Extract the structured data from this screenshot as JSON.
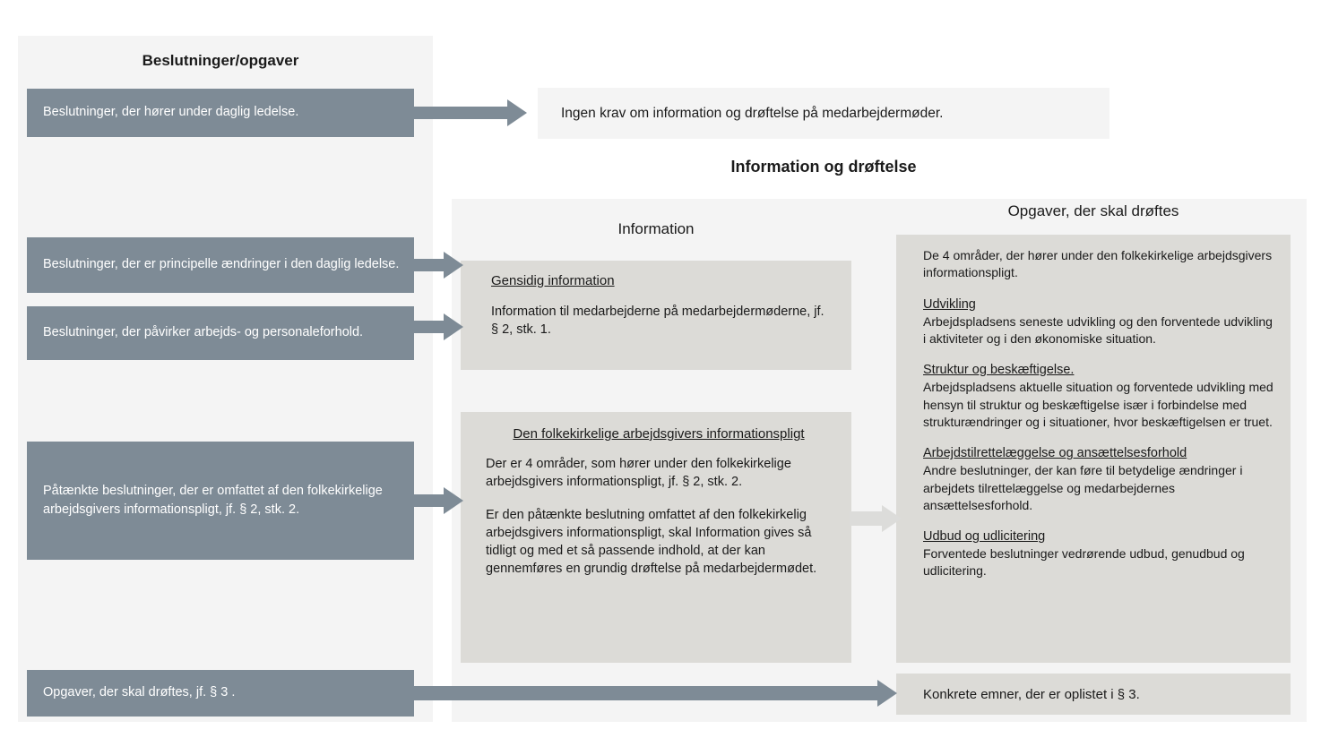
{
  "diagram": {
    "left_column": {
      "title": "Beslutninger/opgaver",
      "boxes": [
        {
          "id": "daglig",
          "text": "Beslutninger, der hører under daglig ledelse."
        },
        {
          "id": "principelle",
          "text": "Beslutninger, der er principelle ændringer i den daglig ledelse."
        },
        {
          "id": "paavirker",
          "text": "Beslutninger, der påvirker arbejds- og personaleforhold."
        },
        {
          "id": "paataenkte",
          "text": "Påtænkte beslutninger, der er omfattet af den folkekirkelige arbejdsgivers informationspligt, jf. § 2, stk. 2."
        },
        {
          "id": "opgaver3",
          "text": "Opgaver, der skal drøftes, jf. § 3 ."
        }
      ]
    },
    "top_right": {
      "text": "Ingen krav om information og drøftelse på medarbejdermøder."
    },
    "section_title": "Information og drøftelse",
    "information_column": {
      "title": "Information",
      "gensidig": {
        "heading": "Gensidig information",
        "body": "Information til medarbejderne på medarbejdermøderne, jf. § 2, stk. 1."
      },
      "informationspligt": {
        "heading": "Den folkekirkelige arbejdsgivers informationspligt",
        "body1": "Der er 4 områder, som hører under den folkekirkelige arbejdsgivers informationspligt, jf. § 2, stk. 2.",
        "body2": "Er den påtænkte beslutning omfattet af den folkekirkelig arbejdsgivers informationspligt, skal Information gives så tidligt og med et så passende indhold, at der kan gennemføres en grundig drøftelse på medarbejdermødet."
      }
    },
    "opgaver_column": {
      "title": "Opgaver, der skal drøftes",
      "intro": "De 4 områder, der hører under den folkekirkelige arbejdsgivers informationspligt.",
      "items": [
        {
          "heading": "Udvikling",
          "body": "Arbejdspladsens seneste udvikling og den forventede udvikling i aktiviteter og i den økonomiske situation."
        },
        {
          "heading": "Struktur og beskæftigelse.",
          "body": "Arbejdspladsens aktuelle situation og forventede udvikling med hensyn til struktur og beskæftigelse især i forbindelse med strukturændringer og i situationer, hvor beskæftigelsen er truet."
        },
        {
          "heading": "Arbejdstilrettelæggelse og ansættelsesforhold",
          "body": "Andre beslutninger, der kan føre til betydelige ændringer i arbejdets tilrettelæggelse og medarbejdernes ansættelsesforhold."
        },
        {
          "heading": "Udbud og udlicitering",
          "body": "Forventede beslutninger vedrørende udbud, genudbud og udlicitering."
        }
      ],
      "konkrete": "Konkrete emner, der er oplistet i § 3."
    },
    "colors": {
      "slate": "#7e8b96",
      "panel_bg": "#f4f4f4",
      "content_box": "#dcdbd7",
      "light_arrow": "#dcdcda",
      "text_dark": "#1a1a1a",
      "text_light": "#ffffff"
    }
  }
}
